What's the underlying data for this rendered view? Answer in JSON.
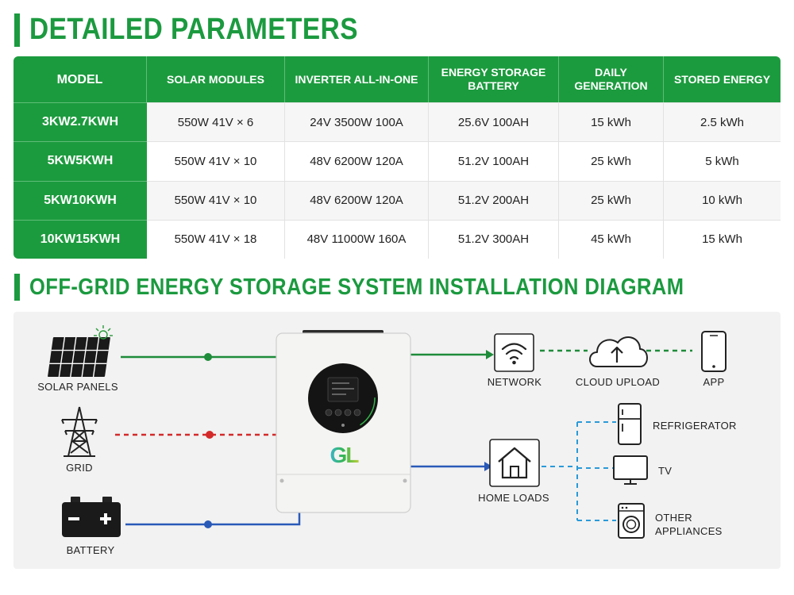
{
  "section1": {
    "title": "DETAILED PARAMETERS"
  },
  "table": {
    "headers": [
      "MODEL",
      "SOLAR MODULES",
      "INVERTER ALL-IN-ONE",
      "ENERGY STORAGE BATTERY",
      "DAILY GENERATION",
      "STORED ENERGY"
    ],
    "rows": [
      [
        "3KW2.7KWH",
        "550W 41V × 6",
        "24V 3500W 100A",
        "25.6V 100AH",
        "15 kWh",
        "2.5 kWh"
      ],
      [
        "5KW5KWH",
        "550W 41V × 10",
        "48V 6200W 120A",
        "51.2V 100AH",
        "25 kWh",
        "5 kWh"
      ],
      [
        "5KW10KWH",
        "550W 41V × 10",
        "48V 6200W 120A",
        "51.2V 200AH",
        "25 kWh",
        "10 kWh"
      ],
      [
        "10KW15KWH",
        "550W 41V × 18",
        "48V 11000W 160A",
        "51.2V 300AH",
        "45 kWh",
        "15 kWh"
      ]
    ]
  },
  "section2": {
    "title": "OFF-GRID ENERGY STORAGE SYSTEM INSTALLATION DIAGRAM"
  },
  "diagram": {
    "nodes": {
      "solar": {
        "label": "SOLAR PANELS",
        "icon": "solar-panel-icon"
      },
      "grid": {
        "label": "GRID",
        "icon": "transmission-tower-icon"
      },
      "battery": {
        "label": "BATTERY",
        "icon": "battery-icon"
      },
      "network": {
        "label": "NETWORK",
        "icon": "wifi-icon"
      },
      "cloud": {
        "label": "CLOUD UPLOAD",
        "icon": "cloud-upload-icon"
      },
      "app": {
        "label": "APP",
        "icon": "smartphone-icon"
      },
      "home": {
        "label": "HOME LOADS",
        "icon": "house-icon"
      },
      "fridge": {
        "label": "REFRIGERATOR",
        "icon": "refrigerator-icon"
      },
      "tv": {
        "label": "TV",
        "icon": "tv-icon"
      },
      "other": {
        "label_line1": "OTHER",
        "label_line2": "APPLIANCES",
        "icon": "washing-machine-icon"
      }
    },
    "inverter": {
      "logo": "GL"
    }
  },
  "colors": {
    "brand_green": "#1b9a3f",
    "solar_line": "#1e8c3a",
    "grid_line": "#d42a2a",
    "battery_line": "#2a5ab8",
    "network_line": "#1e8c3a",
    "load_line": "#2a9ad8"
  }
}
